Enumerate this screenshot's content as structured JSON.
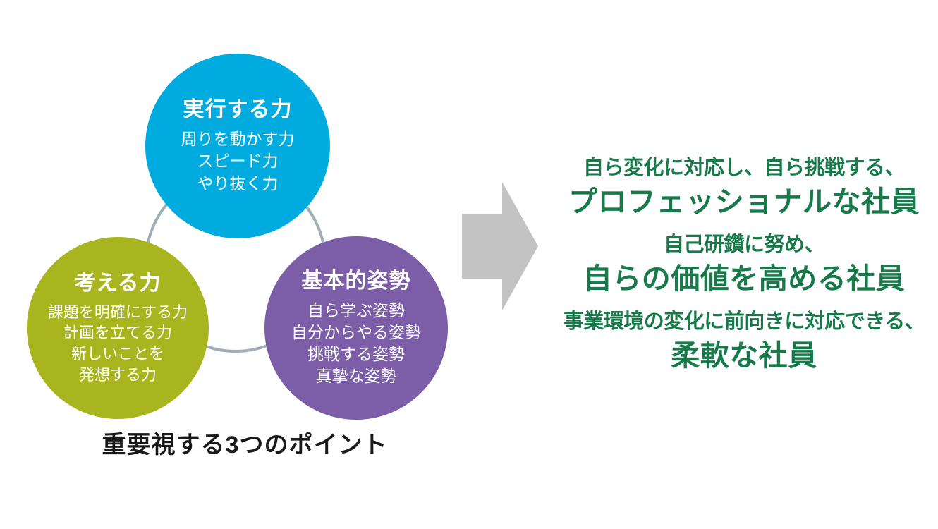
{
  "diagram": {
    "caption": "重要視する3つのポイント",
    "ring_color": "#9FAFB8",
    "arrow_color": "#C3C3C3",
    "circles": [
      {
        "id": "execute",
        "title": "実行する力",
        "color": "#00ACDF",
        "lines": [
          "周りを動かす力",
          "スピード力",
          "やり抜く力"
        ]
      },
      {
        "id": "think",
        "title": "考える力",
        "color": "#A9B51E",
        "lines": [
          "課題を明確にする力",
          "計画を立てる力",
          "新しいことを",
          "発想する力"
        ]
      },
      {
        "id": "attitude",
        "title": "基本的姿勢",
        "color": "#7B5EA7",
        "lines": [
          "自ら学ぶ姿勢",
          "自分からやる姿勢",
          "挑戦する姿勢",
          "真摯な姿勢"
        ]
      }
    ]
  },
  "outcomes": {
    "text_color": "#187A4B",
    "items": [
      {
        "intro": "自ら変化に対応し、自ら挑戦する、",
        "emphasis": "プロフェッショナルな社員"
      },
      {
        "intro": "自己研鑽に努め、",
        "emphasis": "自らの価値を高める社員"
      },
      {
        "intro": "事業環境の変化に前向きに対応できる、",
        "emphasis": "柔軟な社員"
      }
    ]
  }
}
